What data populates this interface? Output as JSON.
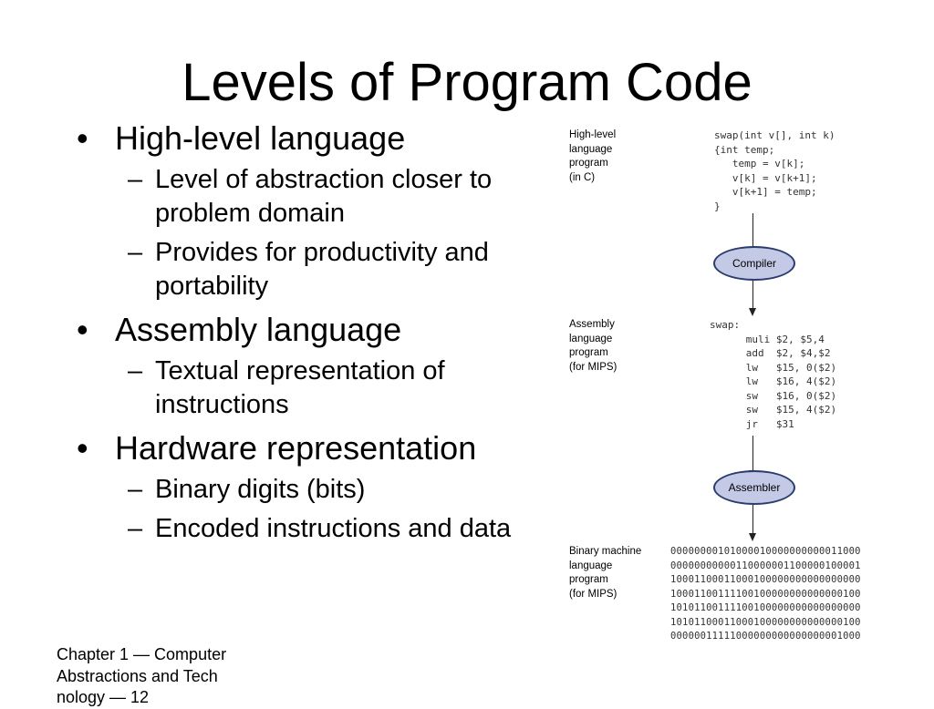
{
  "slide": {
    "title": "Levels of Program Code",
    "bullets": [
      {
        "text": "High-level language",
        "subs": [
          "Level of abstraction closer to problem domain",
          "Provides for productivity and portability"
        ]
      },
      {
        "text": "Assembly language",
        "subs": [
          "Textual representation of instructions"
        ]
      },
      {
        "text": "Hardware representation",
        "subs": [
          "Binary digits (bits)",
          "Encoded instructions and data"
        ]
      }
    ],
    "bullet_mark": "•",
    "sub_mark": "–",
    "footer": [
      "Chapter 1 — Computer",
      "Abstractions and Tech",
      "nology — 12"
    ]
  },
  "diagram": {
    "hll_label": [
      "High-level",
      "language",
      "program",
      "(in C)"
    ],
    "hll_code": "swap(int v[], int k)\n{int temp;\n   temp = v[k];\n   v[k] = v[k+1];\n   v[k+1] = temp;\n}",
    "compiler_label": "Compiler",
    "asm_label": [
      "Assembly",
      "language",
      "program",
      "(for MIPS)"
    ],
    "asm_code": "swap:\n      muli $2, $5,4\n      add  $2, $4,$2\n      lw   $15, 0($2)\n      lw   $16, 4($2)\n      sw   $16, 0($2)\n      sw   $15, 4($2)\n      jr   $31",
    "assembler_label": "Assembler",
    "bin_label": [
      "Binary machine",
      "language",
      "program",
      "(for MIPS)"
    ],
    "bin_code": "00000000101000010000000000011000\n00000000000110000001100000100001\n10001100011000100000000000000000\n10001100111100100000000000000100\n10101100111100100000000000000000\n10101100011000100000000000000100\n00000011111000000000000000001000",
    "colors": {
      "oval_fill": "#c4c9e6",
      "oval_border": "#2b3c6e",
      "code_text": "#333333"
    }
  }
}
